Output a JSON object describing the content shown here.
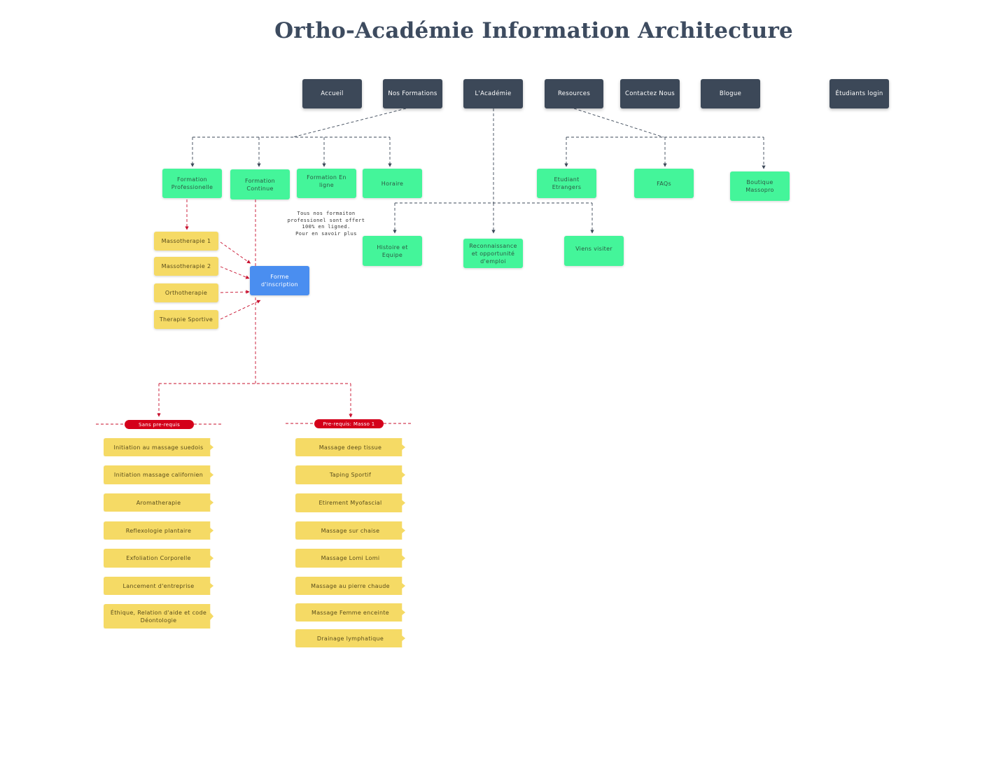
{
  "title": "Ortho-Académie Information Architecture",
  "nav": {
    "accueil": "Accueil",
    "formations": "Nos Formations",
    "academie": "L'Académie",
    "resources": "Resources",
    "contact": "Contactez Nous",
    "blogue": "Blogue",
    "login": "Étudiants login"
  },
  "formations": {
    "professionnelle": "Formation Professionelle",
    "continue": "Formation Continue",
    "en_ligne": "Formation En ligne",
    "horaire": "Horaire",
    "note": "Tous nos formaiton\nprofessionel sont offert\n100% en ligned.\nPour en savoir plus"
  },
  "resources": {
    "etudiants": "Etudiant Etrangers",
    "faqs": "FAQs",
    "boutique": "Boutique Massopro"
  },
  "academie": {
    "histoire": "Histoire et Equipe",
    "reconnaissance": "Reconnaissance et opportunité d'emploi",
    "visiter": "Viens visiter"
  },
  "professional_courses": [
    "Massotherapie 1",
    "Massotherapie 2",
    "Orthotherapie",
    "Therapie Sportive"
  ],
  "inscription": "Forme d'inscription",
  "groups": {
    "sans": {
      "label": "Sans pre-requis",
      "items": [
        "Initiation au massage suedois",
        "Initiation massage californien",
        "Aromatherapie",
        "Reflexologie plantaire",
        "Exfoliation Corporelle",
        "Lancement d'entreprise",
        "Éthique, Relation d'aide et code Déontologie"
      ]
    },
    "pre": {
      "label": "Pre-requis: Masso 1",
      "items": [
        "Massage deep tissue",
        "Taping Sportif",
        "Etirement Myofascial",
        "Massage sur chaise",
        "Massage Lomi Lomi",
        "Massage au pierre chaude",
        "Massage Femme enceinte",
        "Drainage lymphatique"
      ]
    }
  },
  "colors": {
    "nav": "#3c4858",
    "green": "#44f59a",
    "yellow": "#f5da65",
    "blue": "#4a8ef0",
    "red": "#d4001a",
    "connector_dark": "#3c4858",
    "connector_red": "#c8102e"
  }
}
